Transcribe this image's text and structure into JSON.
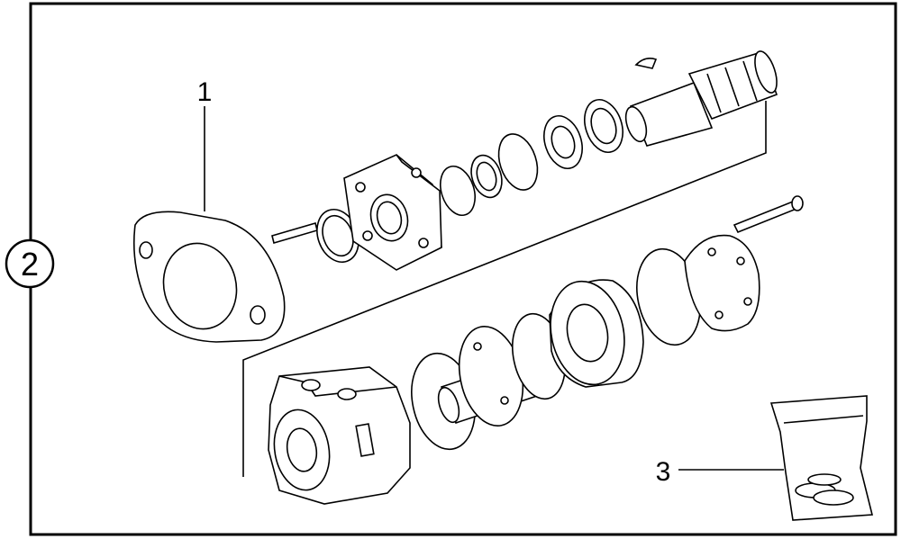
{
  "diagram": {
    "group_label": "2",
    "callouts": [
      {
        "id": "1",
        "text": "1"
      },
      {
        "id": "3",
        "text": "3"
      }
    ]
  }
}
